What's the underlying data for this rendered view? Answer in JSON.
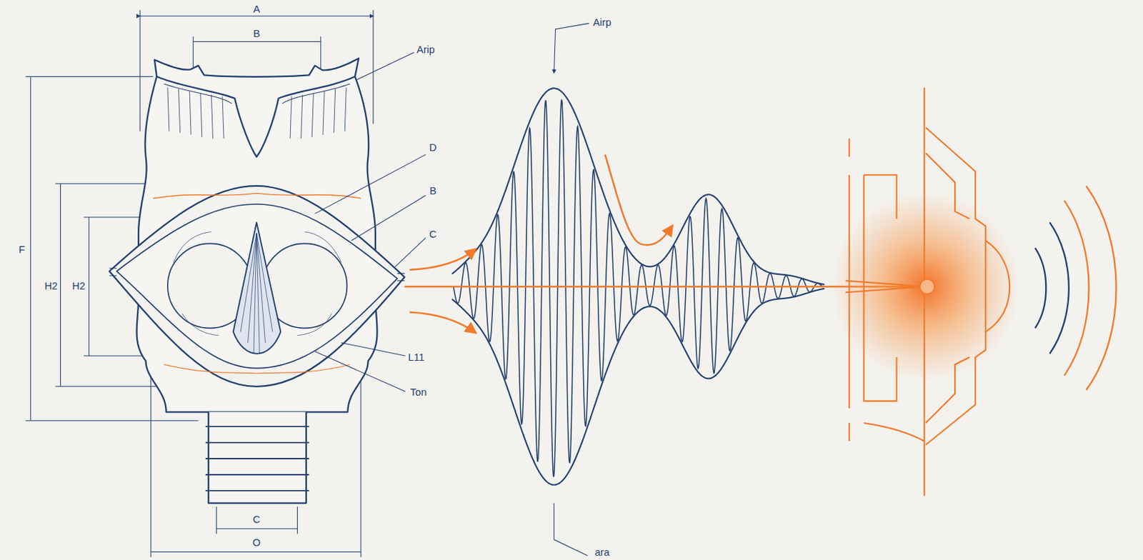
{
  "diagram": {
    "labels": [
      "A",
      "B",
      "Arip",
      "Airp",
      "D",
      "B",
      "F",
      "H2",
      "H2",
      "C",
      "L11",
      "Ton",
      "C",
      "O",
      "ara"
    ]
  }
}
